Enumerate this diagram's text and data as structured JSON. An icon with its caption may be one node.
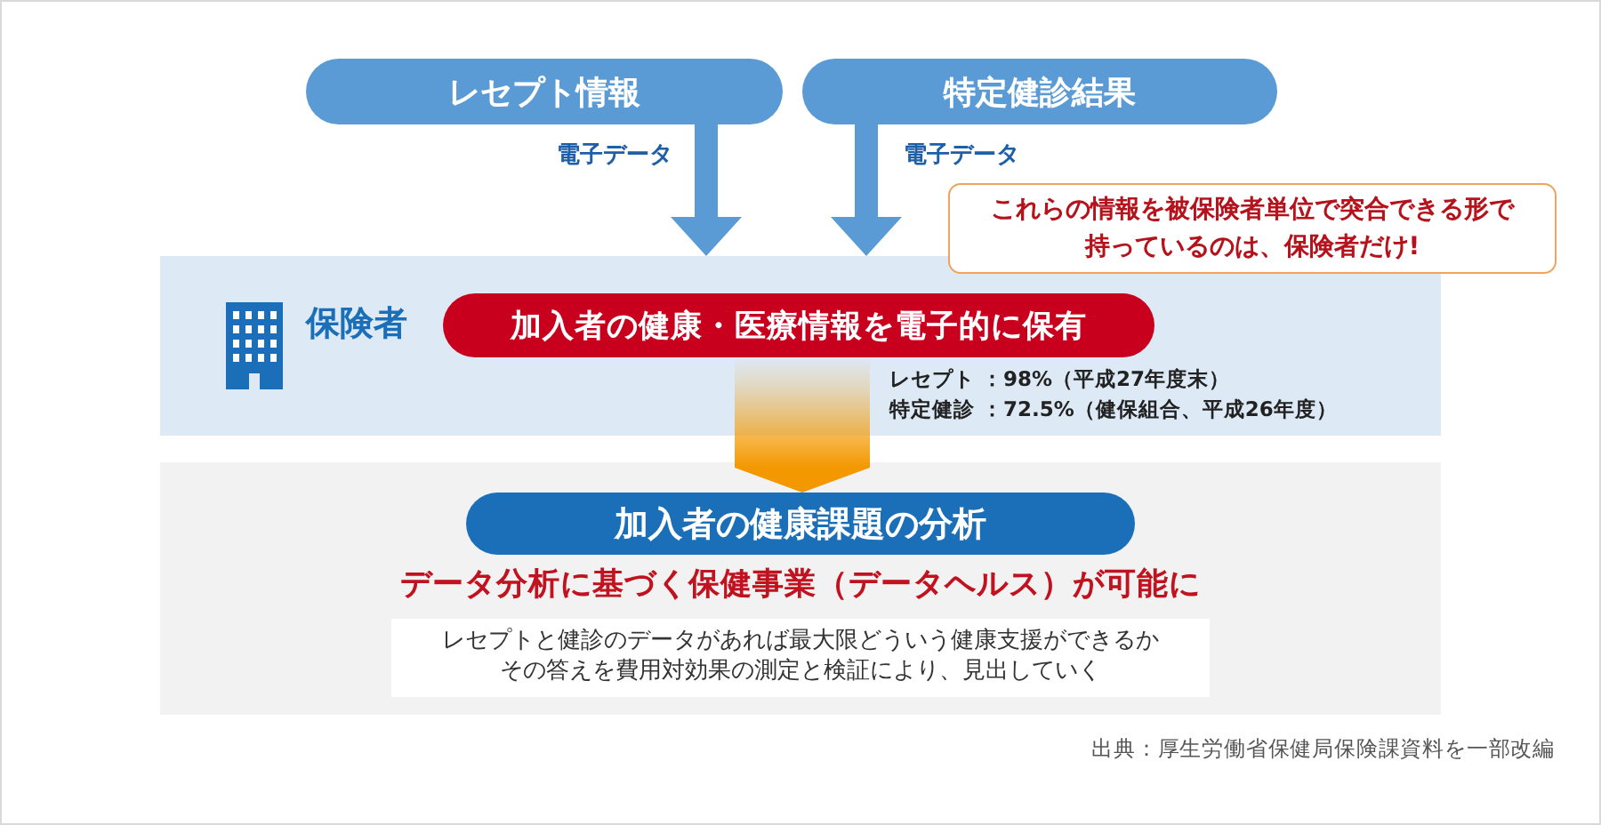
{
  "diagram": {
    "nodes": [
      {
        "text": [
          "レセプト情報"
        ]
      },
      {
        "text": [
          "特定健診結果"
        ]
      },
      {
        "text": [
          "これらの情報を被保険者単位で突合できる形で持っているのは、保険者だけ!"
        ]
      },
      {
        "text": [
          "保険者"
        ]
      },
      {
        "text": [
          "加入者の健康・医療情報を電子的に保有"
        ],
        "in": 3,
        "beside": [
          "レセプト ：98%（平成27年度末）",
          "特定健診 ：72.5%（健保組合、平成26年度）"
        ]
      },
      {
        "text": [],
        "shape": "box"
      },
      {
        "text": [
          "加入者の健康課題の分析"
        ],
        "in": 5
      },
      {
        "text": [
          "レセプトと健診のデータがあれば最大限どういう健康支援ができるかその答えを費用対効果の測定と検証により、見出していく"
        ],
        "in": 5
      }
    ],
    "edges": [
      {
        "from": 0,
        "to": 3,
        "arrow": "to",
        "label": "電子データ"
      },
      {
        "from": 1,
        "to": 3,
        "arrow": "to",
        "label": "電子データ"
      },
      {
        "from": 4,
        "to": 6,
        "arrow": "to",
        "style": "thick",
        "color": "#f39800"
      }
    ],
    "labels": [
      "データ分析に基づく保健事業（データヘルス）が可能に",
      "出典：厚生労働省保健局保険課資料を一部改編"
    ]
  }
}
